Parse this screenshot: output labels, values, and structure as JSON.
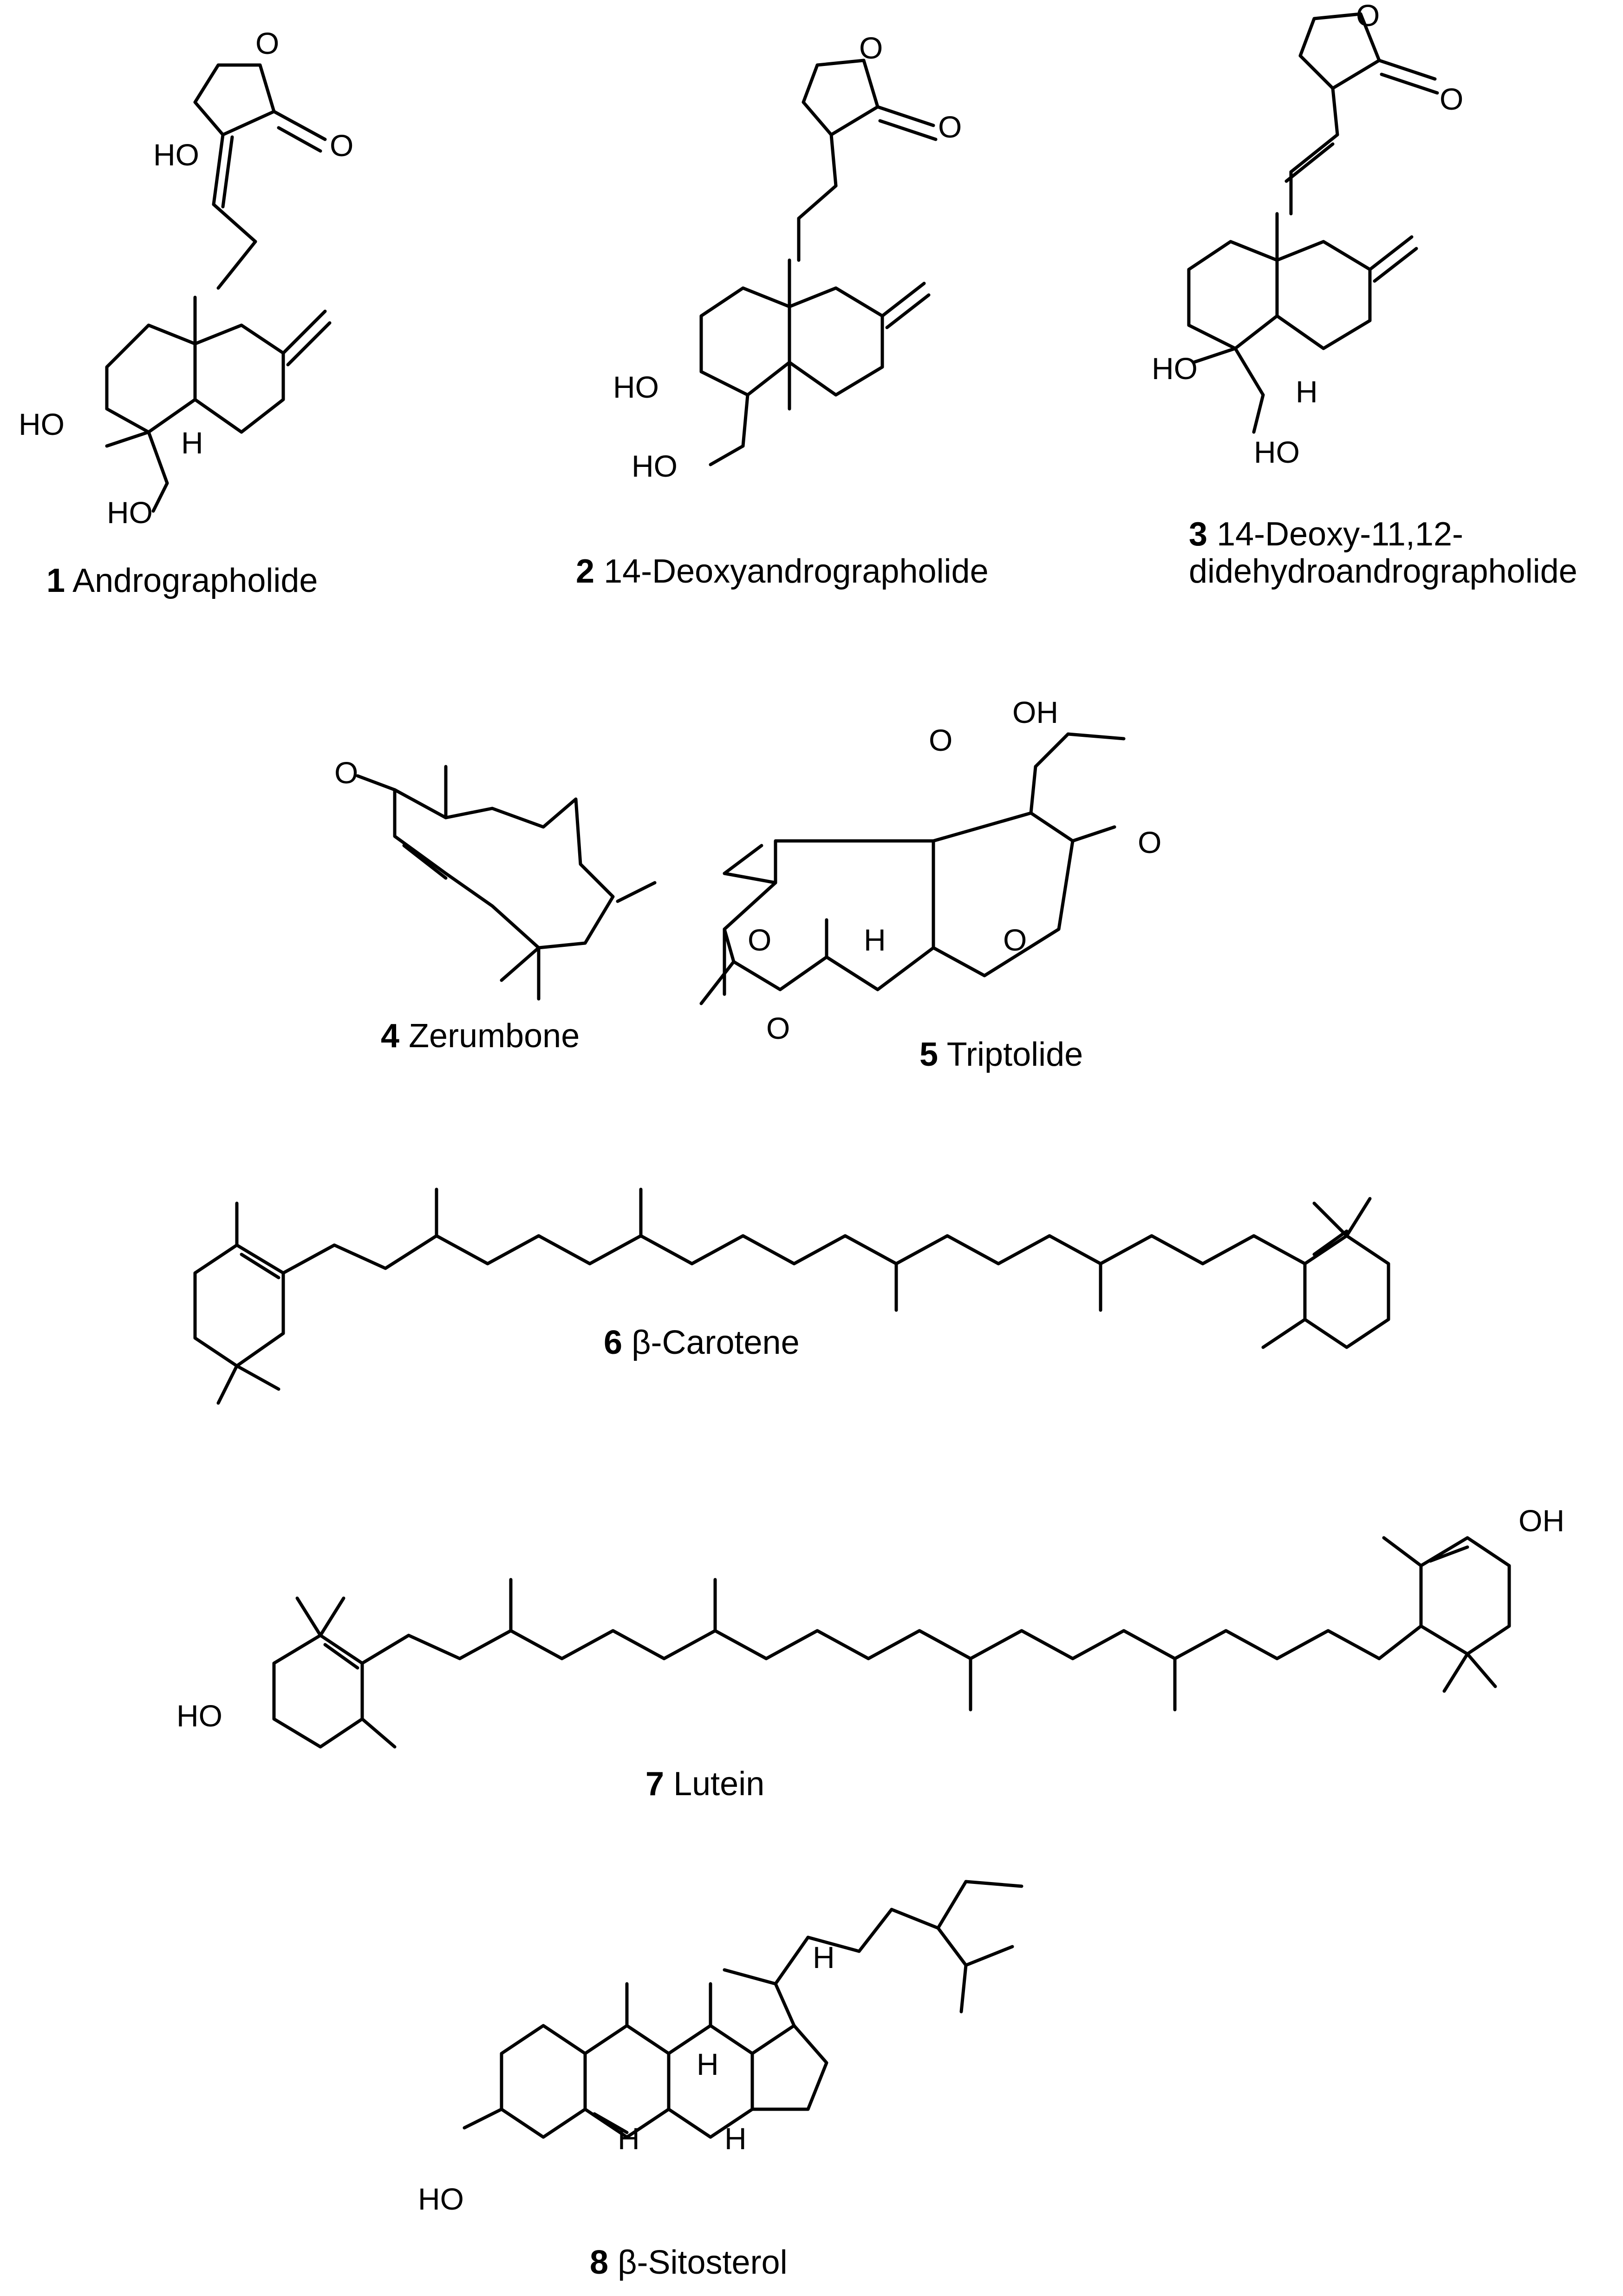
{
  "compounds": [
    {
      "number": "1",
      "name": "Andrographolide",
      "atoms": {
        "o_ring": "O",
        "o_keto": "O",
        "ho_a": "HO",
        "ho_b": "HO",
        "ho_c": "HO",
        "h": "H"
      }
    },
    {
      "number": "2",
      "name": "14-Deoxyandrographolide",
      "atoms": {
        "o_ring": "O",
        "o_keto": "O",
        "ho_a": "HO",
        "ho_b": "HO"
      }
    },
    {
      "number": "3",
      "name_line1": "14-Deoxy-11,12-",
      "name_line2": "didehydroandrographolide",
      "atoms": {
        "o_ring": "O",
        "o_keto": "O",
        "ho_a": "HO",
        "ho_b": "HO",
        "h": "H"
      }
    },
    {
      "number": "4",
      "name": "Zerumbone",
      "atoms": {
        "o_keto": "O"
      }
    },
    {
      "number": "5",
      "name": "Triptolide",
      "atoms": {
        "o_ep1": "O",
        "oh": "OH",
        "o_ep2": "O",
        "o_ep3": "O",
        "o_ring": "O",
        "o_keto": "O",
        "h": "H"
      }
    },
    {
      "number": "6",
      "name": "β-Carotene"
    },
    {
      "number": "7",
      "name": "Lutein",
      "atoms": {
        "oh": "OH",
        "ho": "HO"
      }
    },
    {
      "number": "8",
      "name": "β-Sitosterol",
      "atoms": {
        "ho": "HO",
        "h1": "H",
        "h2": "H",
        "h3": "H",
        "h4": "H"
      }
    }
  ]
}
